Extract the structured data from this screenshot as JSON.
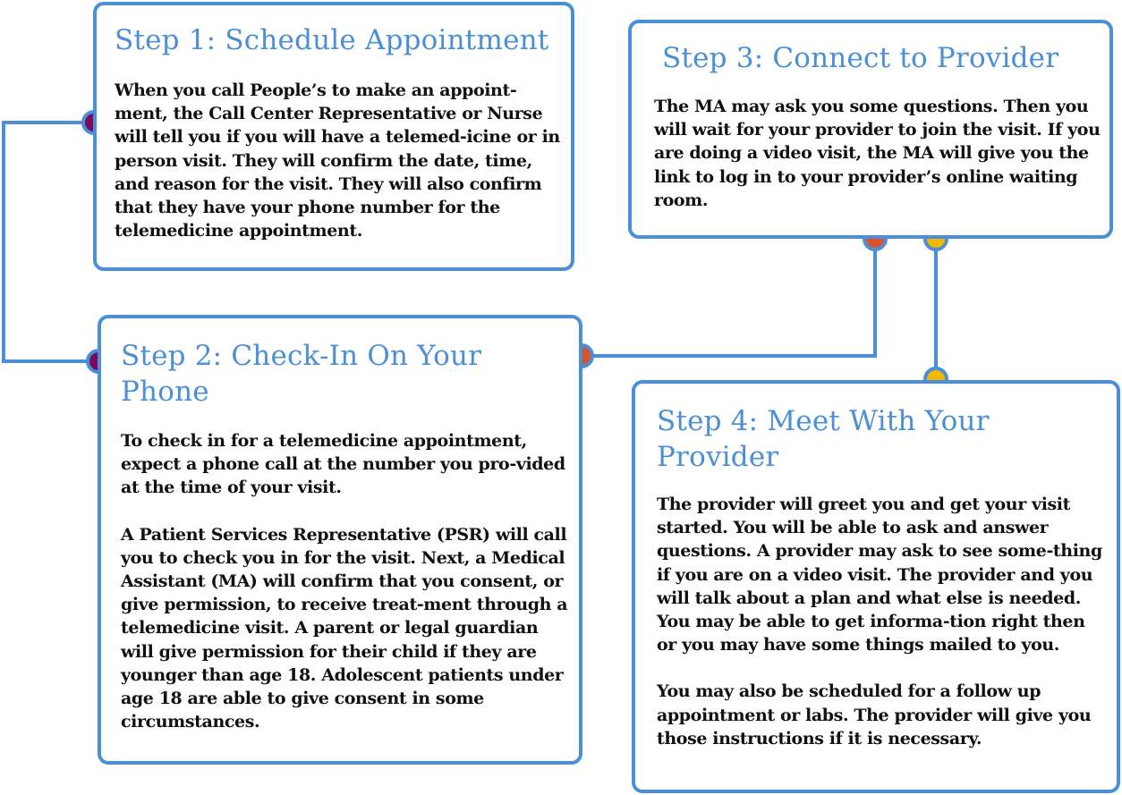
{
  "colors": {
    "card_border": "#4a8fd8",
    "title_text": "#4a8fd8",
    "body_text": "#111111",
    "node_purple": "#7b0a5a",
    "node_orange": "#d9542b",
    "node_yellow": "#f5b800"
  },
  "steps": [
    {
      "title": "Step 1: Schedule Appointment",
      "paragraphs": [
        "When you call People’s to make an appoint-ment, the Call Center Representative or Nurse will tell you if you will have a telemed-icine or in person visit. They will confirm the date, time, and reason for the visit. They will also confirm that they have your phone number for the telemedicine appointment."
      ]
    },
    {
      "title": "Step 2: Check-In On Your Phone",
      "paragraphs": [
        "To check in for a telemedicine appointment, expect a phone call at the number you pro-vided at the time of your visit.",
        "A Patient Services Representative (PSR) will call you to check you in for the visit. Next, a Medical Assistant (MA) will confirm that you consent, or give permission, to receive treat-ment through a telemedicine visit. A parent or legal guardian will give permission for their child if they are younger than age 18. Adolescent patients under age 18 are able to give consent in some circumstances."
      ]
    },
    {
      "title": "Step 3: Connect to Provider",
      "paragraphs": [
        "The MA may ask you some questions. Then you will wait for your provider to join the visit. If you are doing a video visit, the MA will give you the link to log in to your provider’s online waiting room."
      ]
    },
    {
      "title": "Step 4: Meet With Your Provider",
      "paragraphs": [
        "The provider will greet you and get your visit started. You will be able to ask and answer questions. A provider may ask to see some-thing if you are on a video visit. The provider and you will talk about a plan and what else is needed. You may be able to get informa-tion right then or you may have some things mailed to you.",
        "You may also be scheduled for a follow up appointment or labs. The provider will give you those instructions if it is necessary."
      ]
    }
  ]
}
